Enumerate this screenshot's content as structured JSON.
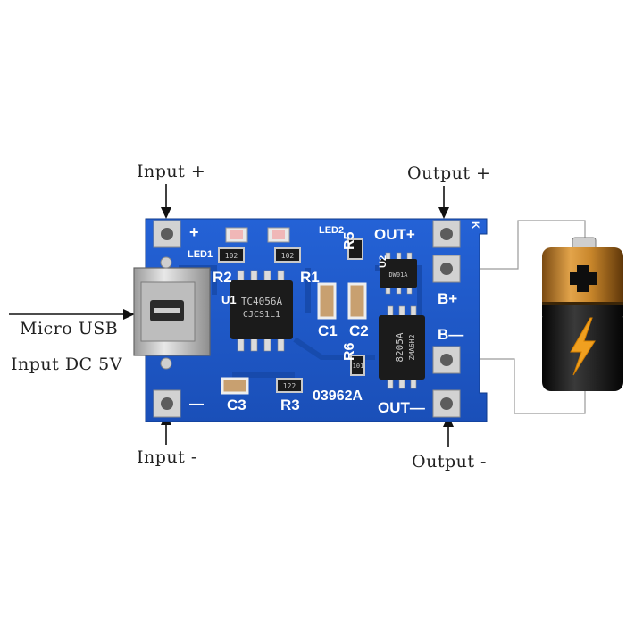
{
  "labels": {
    "input_plus": "Input +",
    "input_minus": "Input -",
    "output_plus": "Output +",
    "output_minus": "Output -",
    "micro_usb": "Micro USB",
    "input_dc": "Input DC 5V"
  },
  "silkscreen": {
    "plus": "+",
    "minus": "—",
    "led1": "LED1",
    "led2": "LED2",
    "r1": "R1",
    "r2": "R2",
    "r3": "R3",
    "r5": "R5",
    "r6": "R6",
    "c1": "C1",
    "c2": "C2",
    "c3": "C3",
    "u1": "U1",
    "u2": "U2",
    "out_plus": "OUT+",
    "out_minus": "OUT—",
    "b_plus": "B+",
    "b_minus": "B—",
    "k": "K",
    "board_code": "03962A"
  },
  "chips": {
    "tc_line1": "TC4056A",
    "tc_line2": "CJCS1L1",
    "mos_line1": "8205A",
    "mos_line2": "ZMA6H2",
    "u2_text": "DW01A"
  },
  "resistors": {
    "r_led1": "102",
    "r_led2": "102",
    "r3": "122",
    "r6": "101"
  },
  "colors": {
    "pcb_blue": "#1f57c8",
    "pcb_dark": "#123d94",
    "pad_silver": "#cfcfcf",
    "battery_gold": "#c8862b",
    "battery_black": "#141414",
    "bolt_orange": "#f0a020"
  }
}
